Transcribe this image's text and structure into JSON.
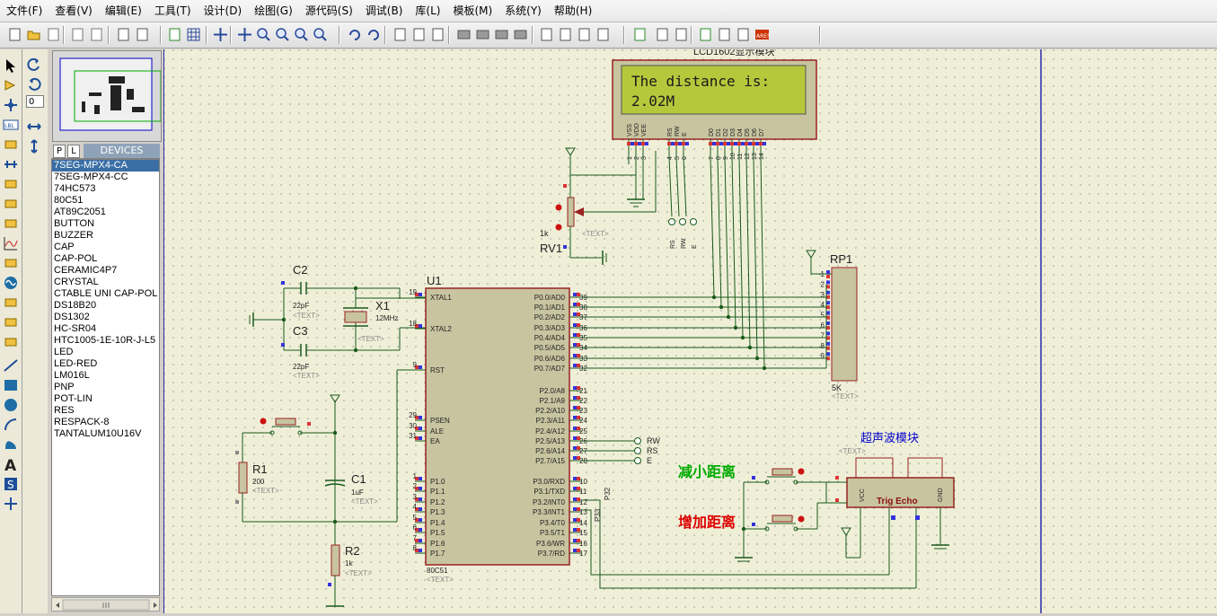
{
  "menu": [
    "文件(F)",
    "查看(V)",
    "编辑(E)",
    "工具(T)",
    "设计(D)",
    "绘图(G)",
    "源代码(S)",
    "调试(B)",
    "库(L)",
    "模板(M)",
    "系统(Y)",
    "帮助(H)"
  ],
  "toolbar_icons": [
    "new-file-icon",
    "open-folder-icon",
    "save-icon",
    "import-icon",
    "export-icon",
    "print-icon",
    "print-setup-icon",
    "refresh-icon",
    "grid-icon",
    "origin-icon",
    "pan-icon",
    "zoom-in-icon",
    "zoom-out-icon",
    "zoom-all-icon",
    "zoom-area-icon",
    "undo-icon",
    "redo-icon",
    "cut-icon",
    "copy-icon",
    "paste-icon",
    "block-copy-icon",
    "block-move-icon",
    "block-rotate-icon",
    "block-delete-icon",
    "pick-device-icon",
    "make-device-icon",
    "decompose-icon",
    "wire-autorouter-icon",
    "search-tag-icon",
    "property-tool-icon",
    "netlist-icon",
    "bill-of-materials-icon",
    "electrical-check-icon",
    "export-netlist-icon",
    "ares-icon"
  ],
  "left_tools": [
    "selection-mode-icon",
    "component-mode-icon",
    "junction-icon",
    "wire-label-icon",
    "text-script-icon",
    "bus-icon",
    "subcircuit-icon",
    "terminals-icon",
    "device-pins-icon",
    "graph-icon",
    "tape-recorder-icon",
    "generator-icon",
    "voltage-probe-icon",
    "current-probe-icon",
    "virtual-instrument-icon",
    "line-icon",
    "box-icon",
    "circle-icon",
    "arc-icon",
    "path-icon",
    "text-icon",
    "symbol-icon",
    "marker-icon"
  ],
  "rotation_value": "0",
  "devices": {
    "tab_p": "P",
    "tab_l": "L",
    "title": "DEVICES",
    "selected_index": 0,
    "items": [
      "7SEG-MPX4-CA",
      "7SEG-MPX4-CC",
      "74HC573",
      "80C51",
      "AT89C2051",
      "BUTTON",
      "BUZZER",
      "CAP",
      "CAP-POL",
      "CERAMIC4P7",
      "CRYSTAL",
      "CTABLE UNI CAP-POL",
      "DS18B20",
      "DS1302",
      "HC-SR04",
      "HTC1005-1E-10R-J-L5",
      "LED",
      "LED-RED",
      "LM016L",
      "PNP",
      "POT-LIN",
      "RES",
      "RESPACK-8",
      "TANTALUM10U16V"
    ]
  },
  "schematic": {
    "lcd": {
      "title": "LCD1602显示模块",
      "line1": "The distance is:",
      "line2": "2.02M",
      "pins_left": [
        "VSS",
        "VDD",
        "VEE"
      ],
      "pins_ctrl": [
        "RS",
        "RW",
        "E"
      ],
      "pins_data": [
        "D0",
        "D1",
        "D2",
        "D3",
        "D4",
        "D5",
        "D6",
        "D7"
      ],
      "pin_numbers": [
        "1",
        "2",
        "3",
        "4",
        "5",
        "6",
        "7",
        "8",
        "9",
        "10",
        "11",
        "12",
        "13",
        "14"
      ]
    },
    "rv1": {
      "name": "RV1",
      "value": "1k",
      "text": "<TEXT>"
    },
    "lcd_terminals": [
      "RS",
      "RW",
      "E"
    ],
    "rp1": {
      "name": "RP1",
      "value": "5K",
      "text": "<TEXT>",
      "pins": [
        "1",
        "2",
        "3",
        "4",
        "5",
        "6",
        "7",
        "8",
        "9"
      ]
    },
    "c2": {
      "name": "C2",
      "value": "22pF",
      "text": "<TEXT>"
    },
    "c3": {
      "name": "C3",
      "value": "22pF",
      "text": "<TEXT>"
    },
    "x1": {
      "name": "X1",
      "value": "12MHz",
      "text": "<TEXT>"
    },
    "u1": {
      "name": "U1",
      "part": "80C51",
      "text": "<TEXT>",
      "left_pins": [
        [
          "19",
          "XTAL1"
        ],
        [
          "18",
          "XTAL2"
        ],
        [
          "9",
          "RST"
        ],
        [
          "29",
          "PSEN"
        ],
        [
          "30",
          "ALE"
        ],
        [
          "31",
          "EA"
        ],
        [
          "1",
          "P1.0"
        ],
        [
          "2",
          "P1.1"
        ],
        [
          "3",
          "P1.2"
        ],
        [
          "4",
          "P1.3"
        ],
        [
          "5",
          "P1.4"
        ],
        [
          "6",
          "P1.5"
        ],
        [
          "7",
          "P1.6"
        ],
        [
          "8",
          "P1.7"
        ]
      ],
      "right_pins": [
        [
          "39",
          "P0.0/AD0"
        ],
        [
          "38",
          "P0.1/AD1"
        ],
        [
          "37",
          "P0.2/AD2"
        ],
        [
          "36",
          "P0.3/AD3"
        ],
        [
          "35",
          "P0.4/AD4"
        ],
        [
          "34",
          "P0.5/AD5"
        ],
        [
          "33",
          "P0.6/AD6"
        ],
        [
          "32",
          "P0.7/AD7"
        ],
        [
          "21",
          "P2.0/A8"
        ],
        [
          "22",
          "P2.1/A9"
        ],
        [
          "23",
          "P2.2/A10"
        ],
        [
          "24",
          "P2.3/A11"
        ],
        [
          "25",
          "P2.4/A12"
        ],
        [
          "26",
          "P2.5/A13"
        ],
        [
          "27",
          "P2.6/A14"
        ],
        [
          "28",
          "P2.7/A15"
        ],
        [
          "10",
          "P3.0/RXD"
        ],
        [
          "11",
          "P3.1/TXD"
        ],
        [
          "12",
          "P3.2/INT0"
        ],
        [
          "13",
          "P3.3/INT1"
        ],
        [
          "14",
          "P3.4/T0"
        ],
        [
          "15",
          "P3.5/T1"
        ],
        [
          "16",
          "P3.6/WR"
        ],
        [
          "17",
          "P3.7/RD"
        ]
      ],
      "net_labels": [
        "P32",
        "P33"
      ]
    },
    "port2_terminals": [
      "RW",
      "RS",
      "E"
    ],
    "r1": {
      "name": "R1",
      "value": "200",
      "text": "<TEXT>"
    },
    "c1": {
      "name": "C1",
      "value": "1uF",
      "text": "<TEXT>"
    },
    "r2": {
      "name": "R2",
      "value": "1k",
      "text": "<TEXT>"
    },
    "ultrasonic": {
      "title": "超声波模块",
      "text": "<TEXT>",
      "label": "Trig Echo",
      "pins": [
        "VCC",
        "GND"
      ]
    },
    "btn_decrease": "减小距离",
    "btn_increase": "增加距离"
  },
  "colors": {
    "lcd_bg": "#b5c83c",
    "lcd_text": "#1a1a1a",
    "component_fill": "#c8c4a0",
    "component_stroke": "#9a2222",
    "wire": "#1a5a1a",
    "grid_dot": "#555555",
    "canvas_bg": "#efefd8",
    "decrease_label": "#00aa00",
    "increase_label": "#dd0000",
    "module_title": "#0000cc"
  }
}
